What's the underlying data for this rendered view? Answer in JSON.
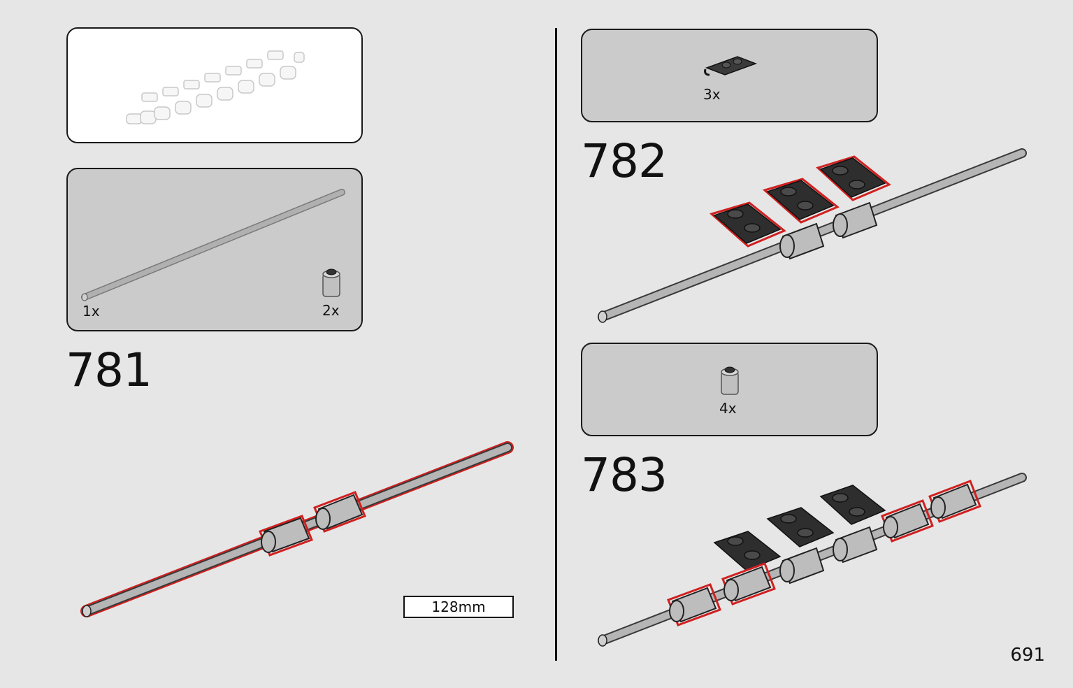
{
  "page": {
    "number": "691"
  },
  "steps": [
    {
      "number": "781",
      "parts": [
        {
          "quantity": "1x",
          "part": "rod-icon"
        },
        {
          "quantity": "2x",
          "part": "round-brick-icon"
        }
      ],
      "measurement": "128mm"
    },
    {
      "number": "782",
      "parts": [
        {
          "quantity": "3x",
          "part": "clip-plate-icon"
        }
      ]
    },
    {
      "number": "783",
      "parts": [
        {
          "quantity": "4x",
          "part": "round-brick-icon"
        }
      ]
    }
  ],
  "colors": {
    "background": "#e6e6e6",
    "callout_grey": "#cbcbcb",
    "highlight": "#d02020",
    "dark_part": "#2a2a2a",
    "light_part": "#b8b8b8"
  }
}
